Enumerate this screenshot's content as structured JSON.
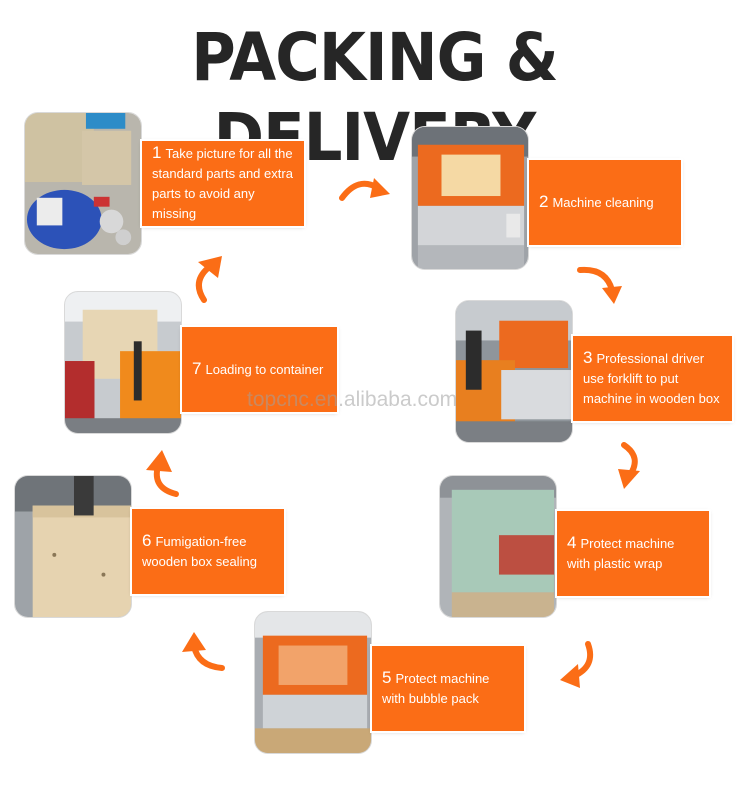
{
  "title": "PACKING & DELIVERY",
  "watermark": "topcnc.en.alibaba.com",
  "colors": {
    "accent": "#fb6d16",
    "title": "#262626",
    "label_text": "#ffffff"
  },
  "steps": [
    {
      "number": "1",
      "text": "Take picture for all the standard parts and extra parts to avoid any missing",
      "photo": "parts-and-accessories-photo"
    },
    {
      "number": "2",
      "text": "Machine cleaning",
      "photo": "laser-machine-photo"
    },
    {
      "number": "3",
      "text": "Professional driver use forklift to put machine in wooden box",
      "photo": "forklift-machine-photo"
    },
    {
      "number": "4",
      "text": "Protect machine with plastic wrap",
      "photo": "plastic-wrapped-machine-photo"
    },
    {
      "number": "5",
      "text": "Protect machine with bubble pack",
      "photo": "bubble-packed-machine-photo"
    },
    {
      "number": "6",
      "text": "Fumigation-free wooden box sealing",
      "photo": "wooden-box-photo"
    },
    {
      "number": "7",
      "text": "Loading to container",
      "photo": "container-loading-photo"
    }
  ],
  "arrows": [
    {
      "name": "arrow-1-to-2",
      "direction": "right"
    },
    {
      "name": "arrow-2-to-3",
      "direction": "down"
    },
    {
      "name": "arrow-3-to-4",
      "direction": "down"
    },
    {
      "name": "arrow-4-to-5",
      "direction": "down-left"
    },
    {
      "name": "arrow-5-to-6",
      "direction": "left"
    },
    {
      "name": "arrow-6-to-7",
      "direction": "up"
    },
    {
      "name": "arrow-7-to-1",
      "direction": "up"
    }
  ]
}
